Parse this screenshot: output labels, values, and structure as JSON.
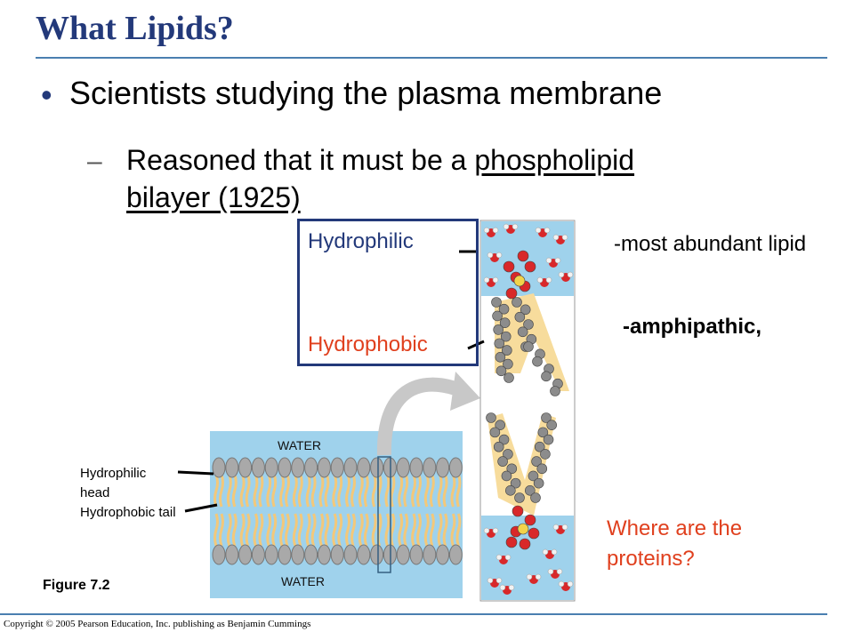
{
  "slide": {
    "title": "What Lipids?",
    "bullet": "Scientists studying the plasma membrane",
    "sub_dash": "–",
    "sub_line1_prefix": "Reasoned that it must be a ",
    "sub_line1_underlined": "phospholipid",
    "sub_line2_underlined": "bilayer (1925)"
  },
  "figure": {
    "callout_hydrophilic": "Hydrophilic",
    "callout_hydrophobic": "Hydrophobic",
    "water_top": "WATER",
    "water_bottom": "WATER",
    "head_label": "Hydrophilic head",
    "tail_label": "Hydrophobic tail",
    "figure_label": "Figure 7.2"
  },
  "notes": {
    "most_abundant": "-most abundant lipid",
    "amphipathic": "-amphipathic,",
    "proteins_question": "Where are the proteins?"
  },
  "footer": {
    "copyright": "Copyright © 2005 Pearson Education, Inc. publishing as Benjamin Cummings"
  },
  "colors": {
    "title_navy": "#23397a",
    "accent_red": "#e0401e",
    "water_blue": "#9fd2ec",
    "lipid_tail_yellow": "#f3c87a"
  }
}
